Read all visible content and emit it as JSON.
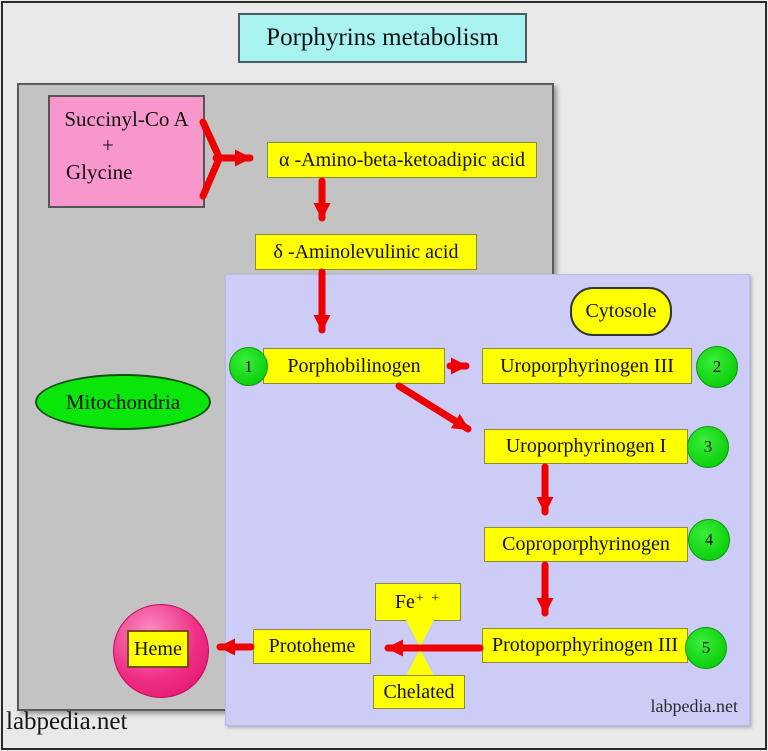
{
  "title": "Porphyrins metabolism",
  "compartments": {
    "mitochondria_label": "Mitochondria",
    "cytosol_label": "Cytosole"
  },
  "nodes": {
    "substrates": {
      "line1": "Succinyl-Co A",
      "line2": "+",
      "line3": "Glycine"
    },
    "alpha_keto": "α -Amino-beta-ketoadipic acid",
    "ala": "δ -Aminolevulinic acid",
    "porphobilinogen": "Porphobilinogen",
    "uroporphyrinogen_iii": "Uroporphyrinogen III",
    "uroporphyrinogen_i": "Uroporphyrinogen I",
    "coproporphyrinogen": "Coproporphyrinogen",
    "protoporphyrinogen_iii": "Protoporphyrinogen III",
    "protoheme": "Protoheme",
    "iron": {
      "base": "Fe",
      "sup": "+ +"
    },
    "chelated": "Chelated",
    "heme": "Heme"
  },
  "steps": [
    "1",
    "2",
    "3",
    "4",
    "5"
  ],
  "watermarks": {
    "bottom_left": "labpedia.net",
    "bottom_right": "labpedia.net"
  },
  "colors": {
    "background": "#e9e9e9",
    "title_fill": "#a8f2f0",
    "mitochondria_box_fill": "#c3c3c3",
    "cytosol_box_fill": "#ccccf7",
    "node_fill": "#ffff00",
    "substrate_fill": "#f897cb",
    "organelle_green": "#0ae60a",
    "step_green": "#11dd11",
    "heme_pink": "#ee2d84",
    "arrow_red": "#ee0000"
  }
}
